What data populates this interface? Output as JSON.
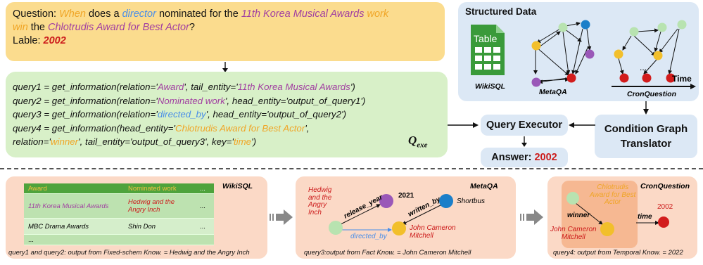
{
  "question": {
    "prefix": "Question: ",
    "parts": [
      {
        "text": "When",
        "color": "#f0a526"
      },
      {
        "text": " does a ",
        "color": "#111111"
      },
      {
        "text": "director",
        "color": "#4a8ee8"
      },
      {
        "text": " nominated for the ",
        "color": "#111111"
      },
      {
        "text": "11th Korea Musical Awards",
        "color": "#a13fa1"
      },
      {
        "text": " work",
        "color": "#f0a526"
      }
    ],
    "line2_parts": [
      {
        "text": "win",
        "color": "#f0a526"
      },
      {
        "text": " the ",
        "color": "#111111"
      },
      {
        "text": "Chlotrudis Award for Best Actor",
        "color": "#a13fa1"
      },
      {
        "text": "?",
        "color": "#111111"
      }
    ],
    "label_prefix": "Lable: ",
    "label_value": "2002"
  },
  "queries": {
    "q1": {
      "a": "query1 = get_information(relation='",
      "b": "Award",
      "c": "', tail_entity='",
      "d": "11th Korea Musical Awards",
      "e": "')"
    },
    "q2": {
      "a": "query2 = get_information(relation='",
      "b": "Nominated work",
      "c": "', head_entity='output_of_query1')"
    },
    "q3": {
      "a": "query3 = get_information(relation='",
      "b": "directed_by",
      "c": "', head_entity='output_of_query2')"
    },
    "q4": {
      "a": "query4 = get_information(head_entity='",
      "b": "Chlotrudis Award for Best Actor",
      "c": "',"
    },
    "q4b": {
      "a": "relation='",
      "b": "winner",
      "c": "', tail_entity='output_of_query3', key='",
      "d": "time",
      "e": "')"
    },
    "qexe_main": "Q",
    "qexe_sub": "exe"
  },
  "structured": {
    "title": "Structured Data",
    "table_icon_label": "Table",
    "wikisql_label": "WikiSQL",
    "metaqa_label": "MetaQA",
    "cronquestion_label": "CronQuestion",
    "time_label": "Time",
    "ellipsis": "..."
  },
  "query_executor": "Query Executor",
  "answer": {
    "label": "Answer: ",
    "value": "2002"
  },
  "translator": {
    "line1": "Condition Graph",
    "line2": "Translator"
  },
  "wikisql_panel": {
    "title": "WikiSQL",
    "headers": [
      "Award",
      "Nominated work",
      "..."
    ],
    "rows": [
      [
        "11th Korea Musical Awards",
        "Hedwig and the Angry Inch",
        "..."
      ],
      [
        "MBC Drama Awards",
        "Shin Don",
        "..."
      ],
      [
        "...",
        "",
        ""
      ]
    ],
    "caption": "query1 and query2: output from Fixed-schem Know. = Hedwig and the Angry Inch"
  },
  "metaqa_panel": {
    "title": "MetaQA",
    "hedwig": [
      "Hedwig",
      "and the",
      "Angry",
      "Inch"
    ],
    "year": "2021",
    "shortbus": "Shortbus",
    "john": [
      "John Cameron",
      "Mitchell"
    ],
    "release_year": "release_year",
    "written_by": "written_by",
    "directed_by": "directed_by",
    "caption": "query3:output from Fact Know. = John Cameron Mitchell"
  },
  "cron_panel": {
    "title": "CronQuestion",
    "award": [
      "Chlotrudis",
      "Award for Best",
      "Actor"
    ],
    "winner": "winner",
    "john": [
      "John Cameron",
      "Mitchell"
    ],
    "time": "time",
    "year": "2002",
    "caption": "query4: output from Temporal Know. = 2022"
  }
}
